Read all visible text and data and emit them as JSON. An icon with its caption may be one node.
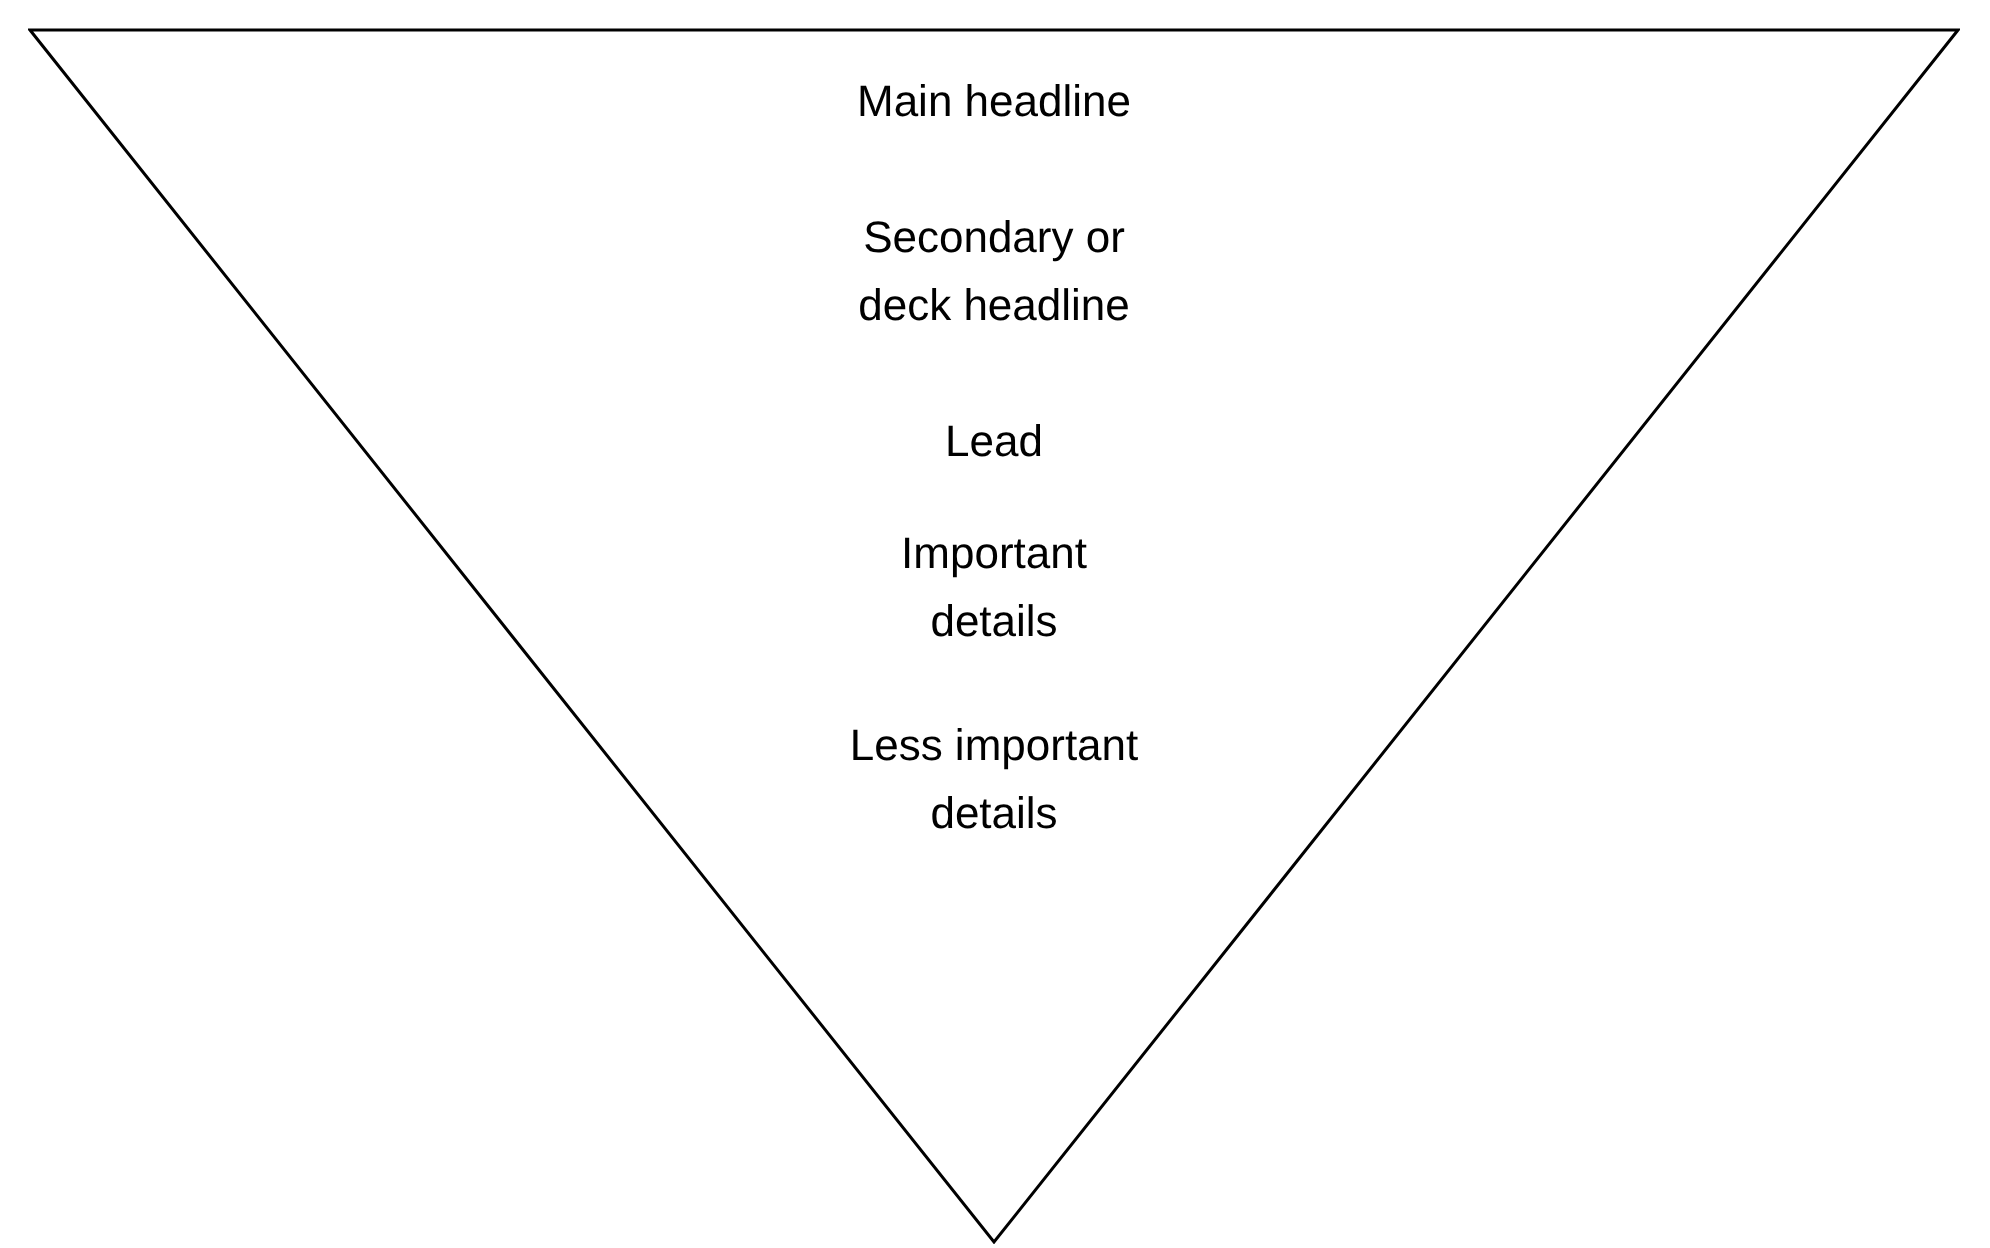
{
  "diagram": {
    "nodes": [
      {
        "text": [
          "Main headline",
          "Secondary or deck headline",
          "Lead",
          "Important details",
          "Less important details"
        ]
      }
    ]
  }
}
